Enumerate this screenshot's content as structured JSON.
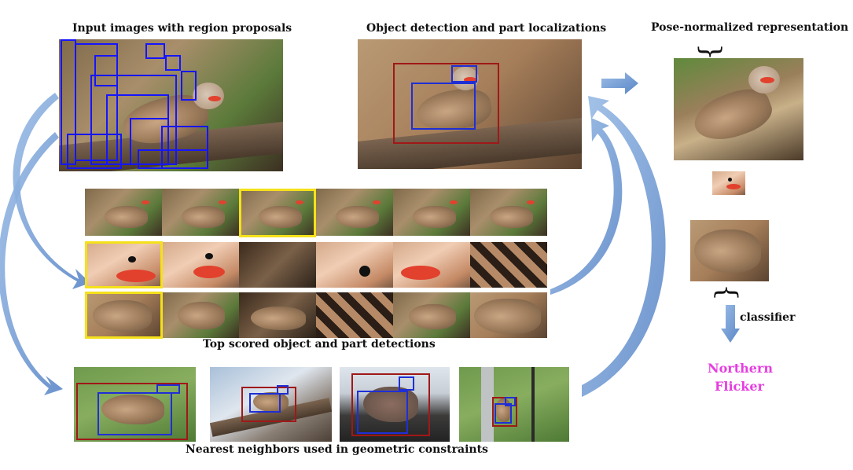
{
  "titles": {
    "input": "Input images with region proposals",
    "detection": "Object detection and part localizations",
    "pose": "Pose-normalized representation",
    "top_scored": "Top scored object and part detections",
    "nearest": "Nearest neighbors used in geometric constraints"
  },
  "classifier_label": "classifier",
  "result": {
    "line1": "Northern",
    "line2": "Flicker",
    "color": "#e63ee0"
  },
  "colors": {
    "region_box": "#1515ff",
    "object_box": "#a01818",
    "part_box": "#1f2fd6",
    "highlight": "#f5e11a",
    "arrow": "#8fb3e0"
  }
}
